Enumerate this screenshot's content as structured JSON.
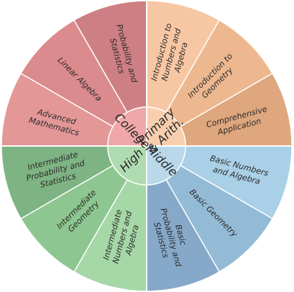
{
  "quadrants": [
    {
      "inner_lines": [
        "Primary",
        "& Arith."
      ],
      "outer_color": "#F6C9A4",
      "inner_color": "#F8CFAE",
      "sectors": [
        {
          "lines": [
            "Introduction to",
            "Numbers and",
            "Algebra"
          ],
          "color": "#F7C7A3"
        },
        {
          "lines": [
            "Introduction to",
            "Geometry"
          ],
          "color": "#EDB88F"
        },
        {
          "lines": [
            "Comprehensive",
            "Application"
          ],
          "color": "#DFA77E"
        }
      ]
    },
    {
      "inner_lines": [
        "Middle"
      ],
      "inner_color": "#B9D8EA",
      "sectors": [
        {
          "lines": [
            "Basic Numbers",
            "and Algebra"
          ],
          "color": "#A9D0E6"
        },
        {
          "lines": [
            "Basic Geometry"
          ],
          "color": "#94BBD6"
        },
        {
          "lines": [
            "Basic",
            "Probability and",
            "Statistics"
          ],
          "color": "#86A9C9"
        }
      ]
    },
    {
      "inner_lines": [
        "High"
      ],
      "inner_color": "#AEDBAF",
      "sectors": [
        {
          "lines": [
            "Intermediate",
            "Numbers and",
            "Algebra"
          ],
          "color": "#A5D7A7"
        },
        {
          "lines": [
            "Intermediate",
            "Geometry"
          ],
          "color": "#8DC690"
        },
        {
          "lines": [
            "Intermediate",
            "Probability and",
            "Statistics"
          ],
          "color": "#7EB483"
        }
      ]
    },
    {
      "inner_lines": [
        "College"
      ],
      "inner_color": "#EFA7A7",
      "sectors": [
        {
          "lines": [
            "Advanced",
            "Mathematics"
          ],
          "color": "#E39797"
        },
        {
          "lines": [
            "Linear Algebra"
          ],
          "color": "#DB8A8D"
        },
        {
          "lines": [
            "Probability and",
            "Statistics"
          ],
          "color": "#CE7F83"
        }
      ]
    }
  ]
}
